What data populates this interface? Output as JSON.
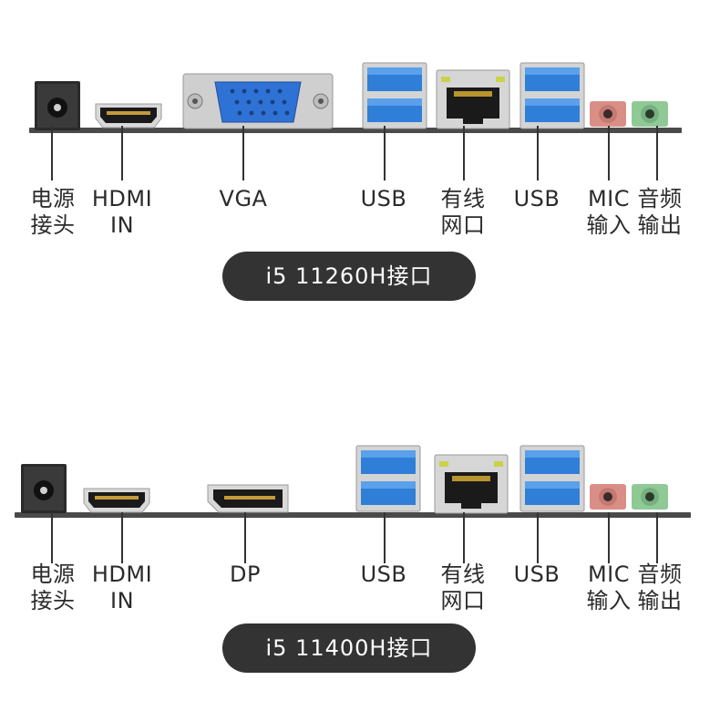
{
  "panels": [
    {
      "labels": {
        "power": [
          "电源",
          "接头"
        ],
        "hdmi": [
          "HDMI",
          "IN"
        ],
        "video": [
          "VGA"
        ],
        "usb_left": [
          "USB"
        ],
        "lan": [
          "有线",
          "网口"
        ],
        "usb_right": [
          "USB"
        ],
        "mic": [
          "MIC",
          "输入"
        ],
        "audio": [
          "音频",
          "输出"
        ]
      },
      "caption": "i5 11260H接口"
    },
    {
      "labels": {
        "power": [
          "电源",
          "接头"
        ],
        "hdmi": [
          "HDMI",
          "IN"
        ],
        "video": [
          "DP"
        ],
        "usb_left": [
          "USB"
        ],
        "lan": [
          "有线",
          "网口"
        ],
        "usb_right": [
          "USB"
        ],
        "mic": [
          "MIC",
          "输入"
        ],
        "audio": [
          "音频",
          "输出"
        ]
      },
      "caption": "i5 11400H接口"
    }
  ],
  "colors": {
    "board": "#4a4a4a",
    "usb_blue": "#2f7fd8",
    "vga_blue": "#2f72d6",
    "mic_pink": "#d98f86",
    "audio_green": "#8fca96",
    "pill": "#333333"
  },
  "icons": [
    "power-jack-icon",
    "hdmi-port-icon",
    "vga-port-icon",
    "displayport-icon",
    "usb-port-icon",
    "ethernet-port-icon",
    "mic-jack-icon",
    "audio-jack-icon"
  ]
}
